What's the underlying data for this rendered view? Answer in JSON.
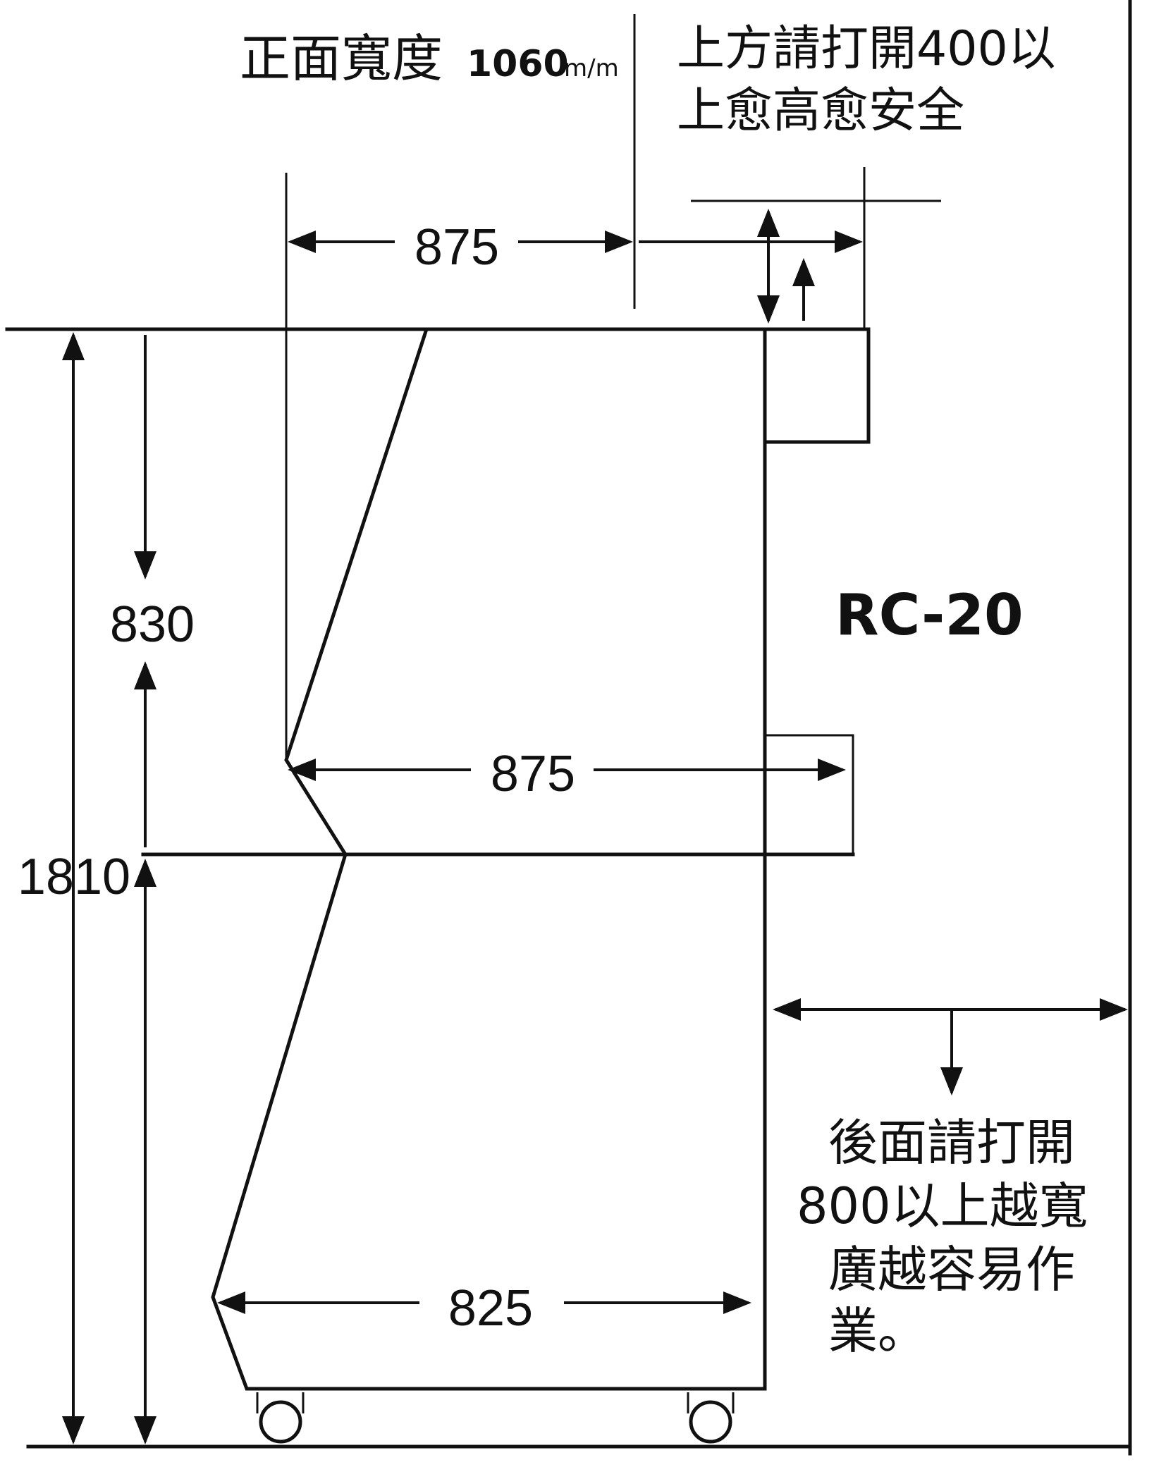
{
  "labels": {
    "front_width_text": "正面寬度",
    "front_width_value": "1060",
    "front_width_unit": "m/m",
    "top_note_line1": "上方請打開400以",
    "top_note_line2": "上愈高愈安全",
    "model": "RC-20",
    "rear_note_line1": "後面請打開",
    "rear_note_line2": "800以上越寬",
    "rear_note_line3": "廣越容易作",
    "rear_note_line4": "業。"
  },
  "dimensions": {
    "top_depth": "875",
    "middle_depth": "875",
    "bottom_depth": "825",
    "upper_height": "830",
    "total_height": "1810"
  },
  "colors": {
    "ink": "#111111",
    "paper": "#ffffff"
  }
}
